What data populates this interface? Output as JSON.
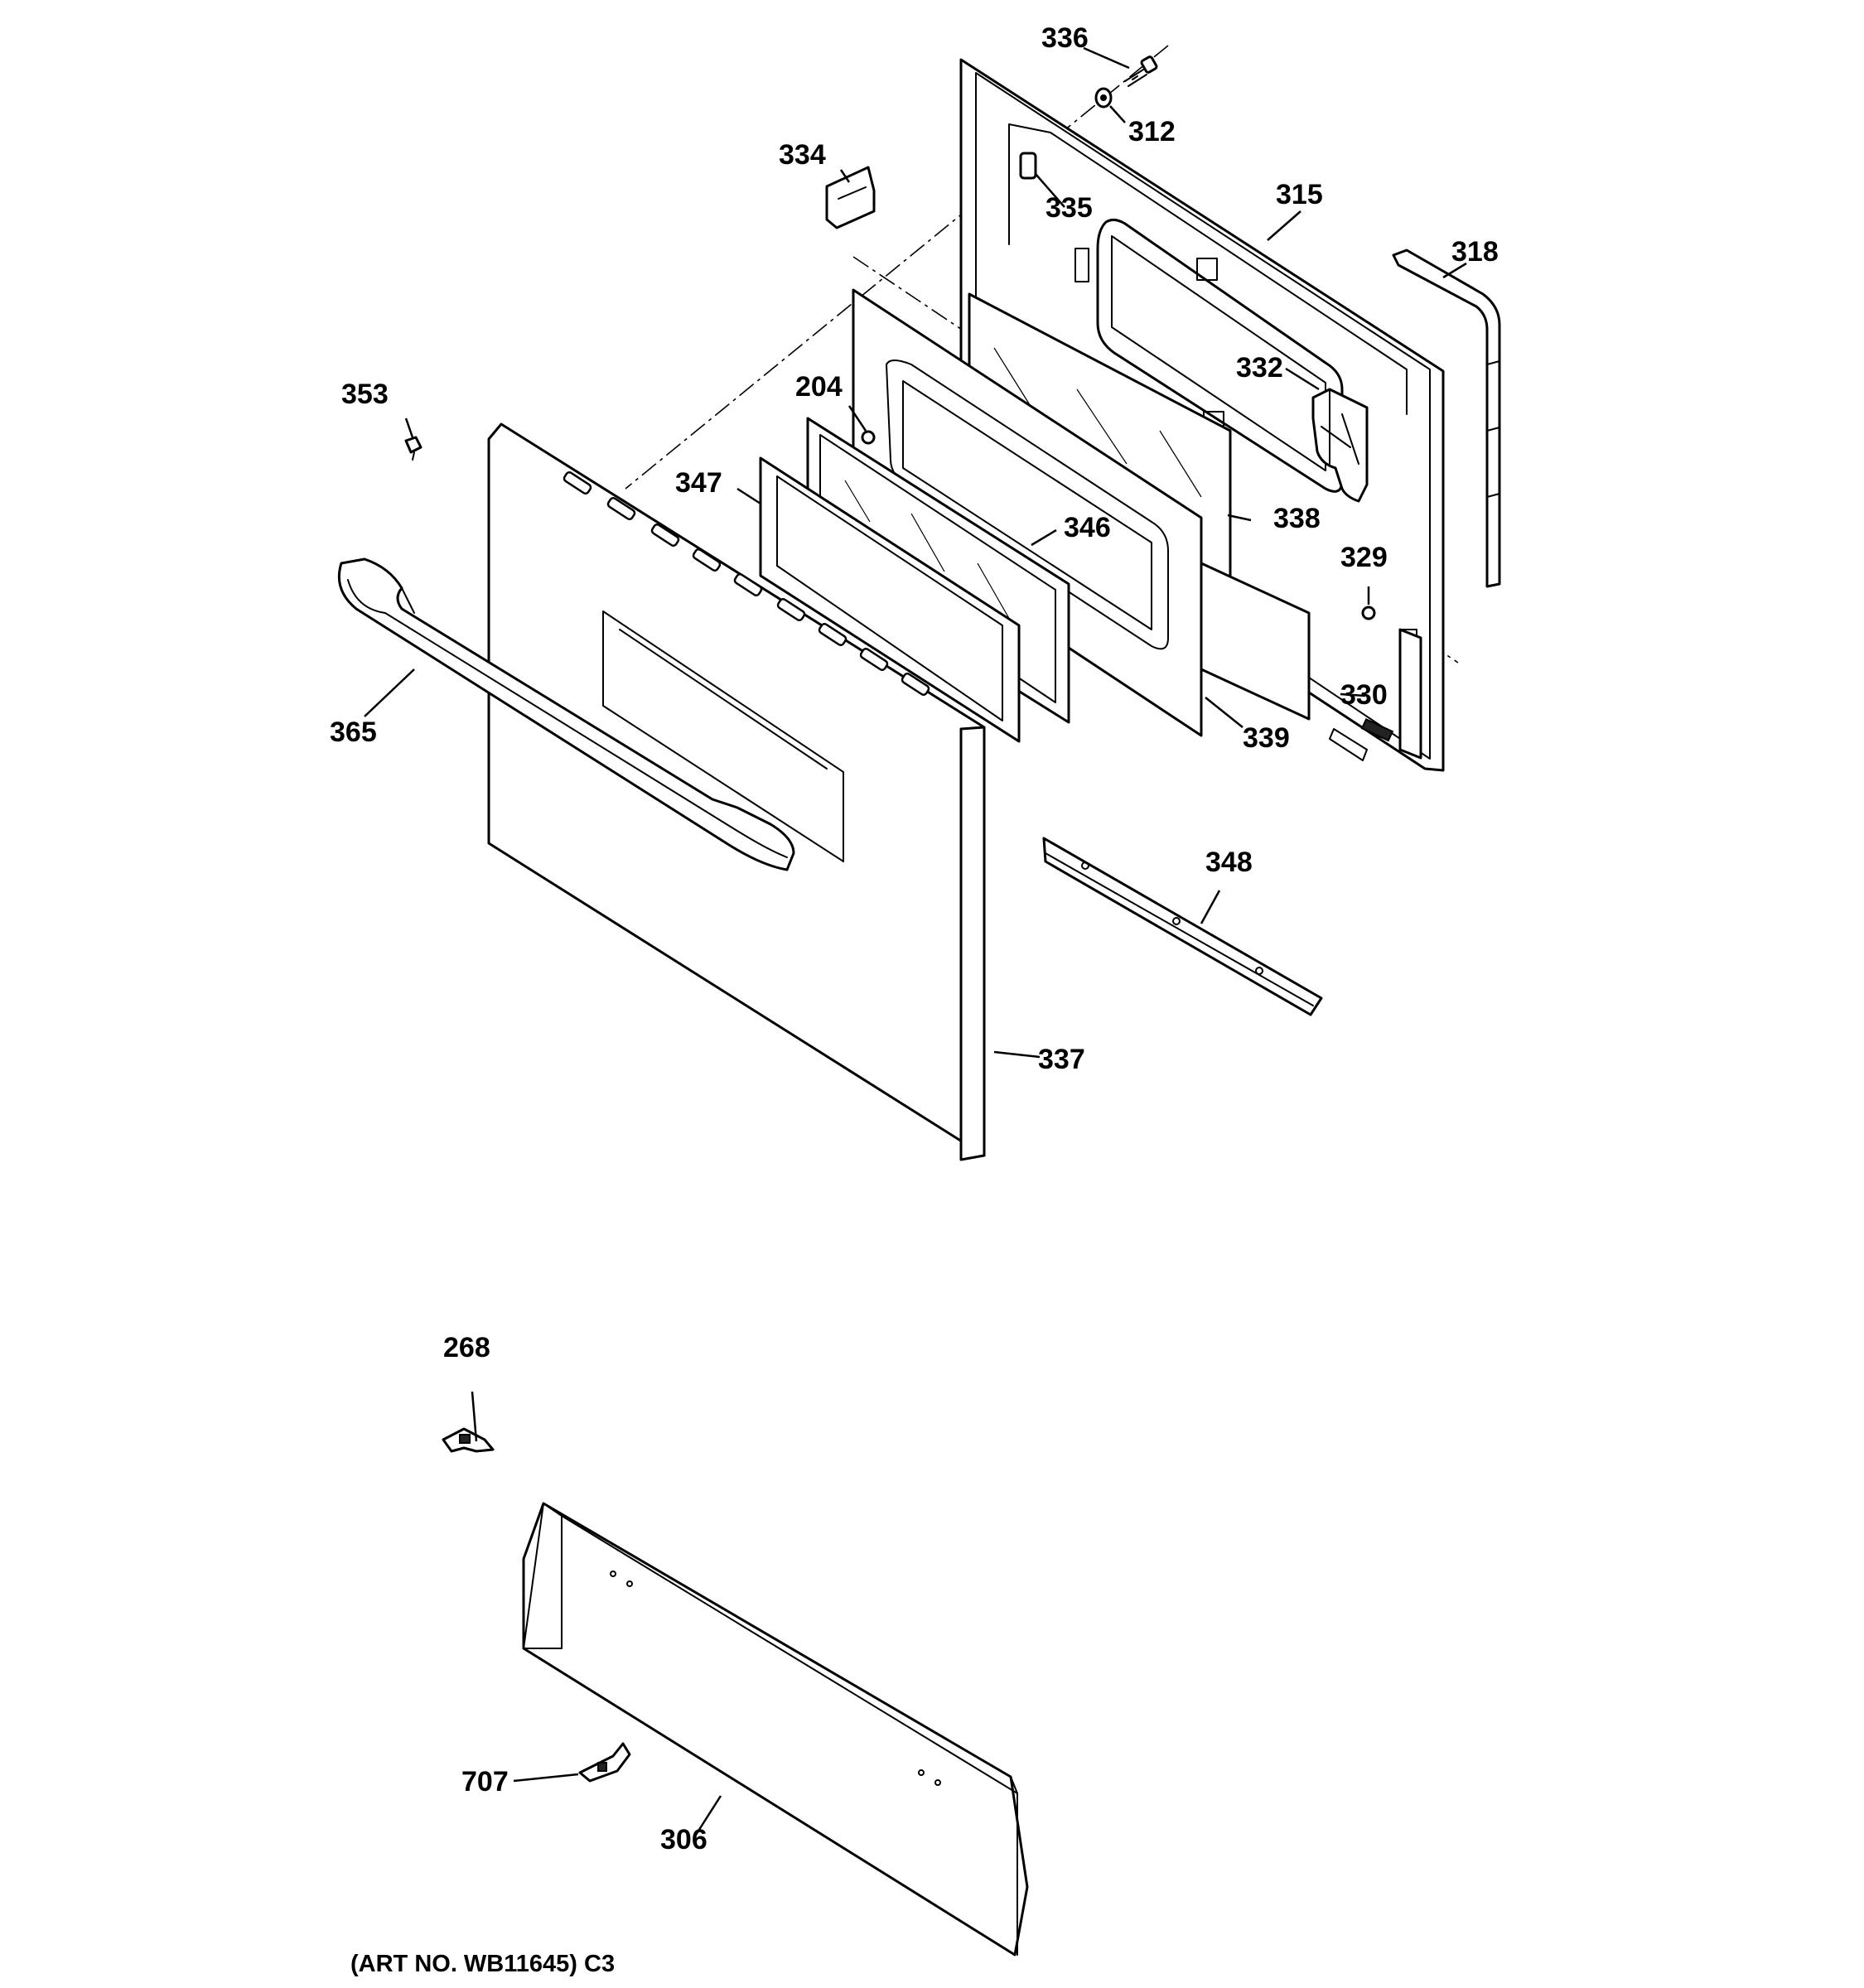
{
  "callouts": {
    "p336": "336",
    "p312": "312",
    "p334": "334",
    "p335": "335",
    "p315": "315",
    "p318": "318",
    "p332": "332",
    "p204": "204",
    "p353": "353",
    "p347": "347",
    "p346": "346",
    "p338": "338",
    "p329": "329",
    "p330": "330",
    "p339": "339",
    "p365": "365",
    "p348": "348",
    "p337": "337",
    "p268": "268",
    "p707": "707",
    "p306": "306"
  },
  "art_number": "(ART NO. WB11645) C3"
}
